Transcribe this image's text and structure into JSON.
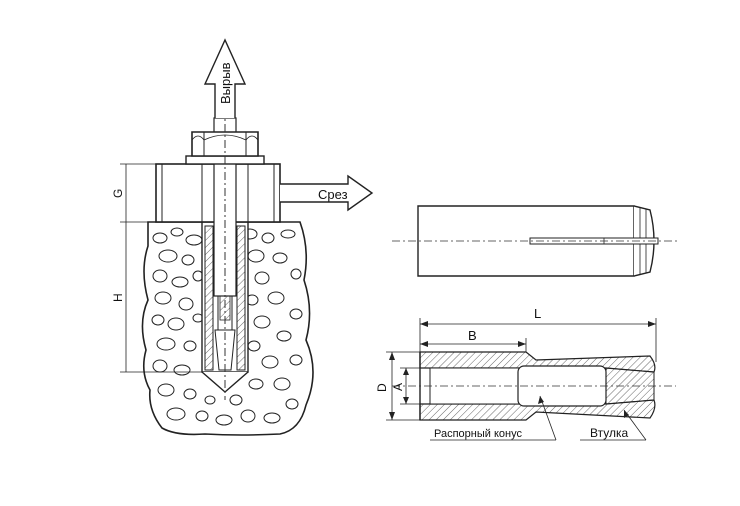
{
  "left_figure": {
    "arrow_up_label": "Вырыв",
    "arrow_right_label": "Срез",
    "dim_g": "G",
    "dim_h": "H"
  },
  "right_figure": {
    "dim_l": "L",
    "dim_b": "B",
    "dim_d": "D",
    "dim_a": "A",
    "callout_cone": "Распорный конус",
    "callout_sleeve": "Втулка"
  },
  "colors": {
    "line": "#222222",
    "sleeve_hatch": "#555555",
    "axis": "#333333"
  }
}
